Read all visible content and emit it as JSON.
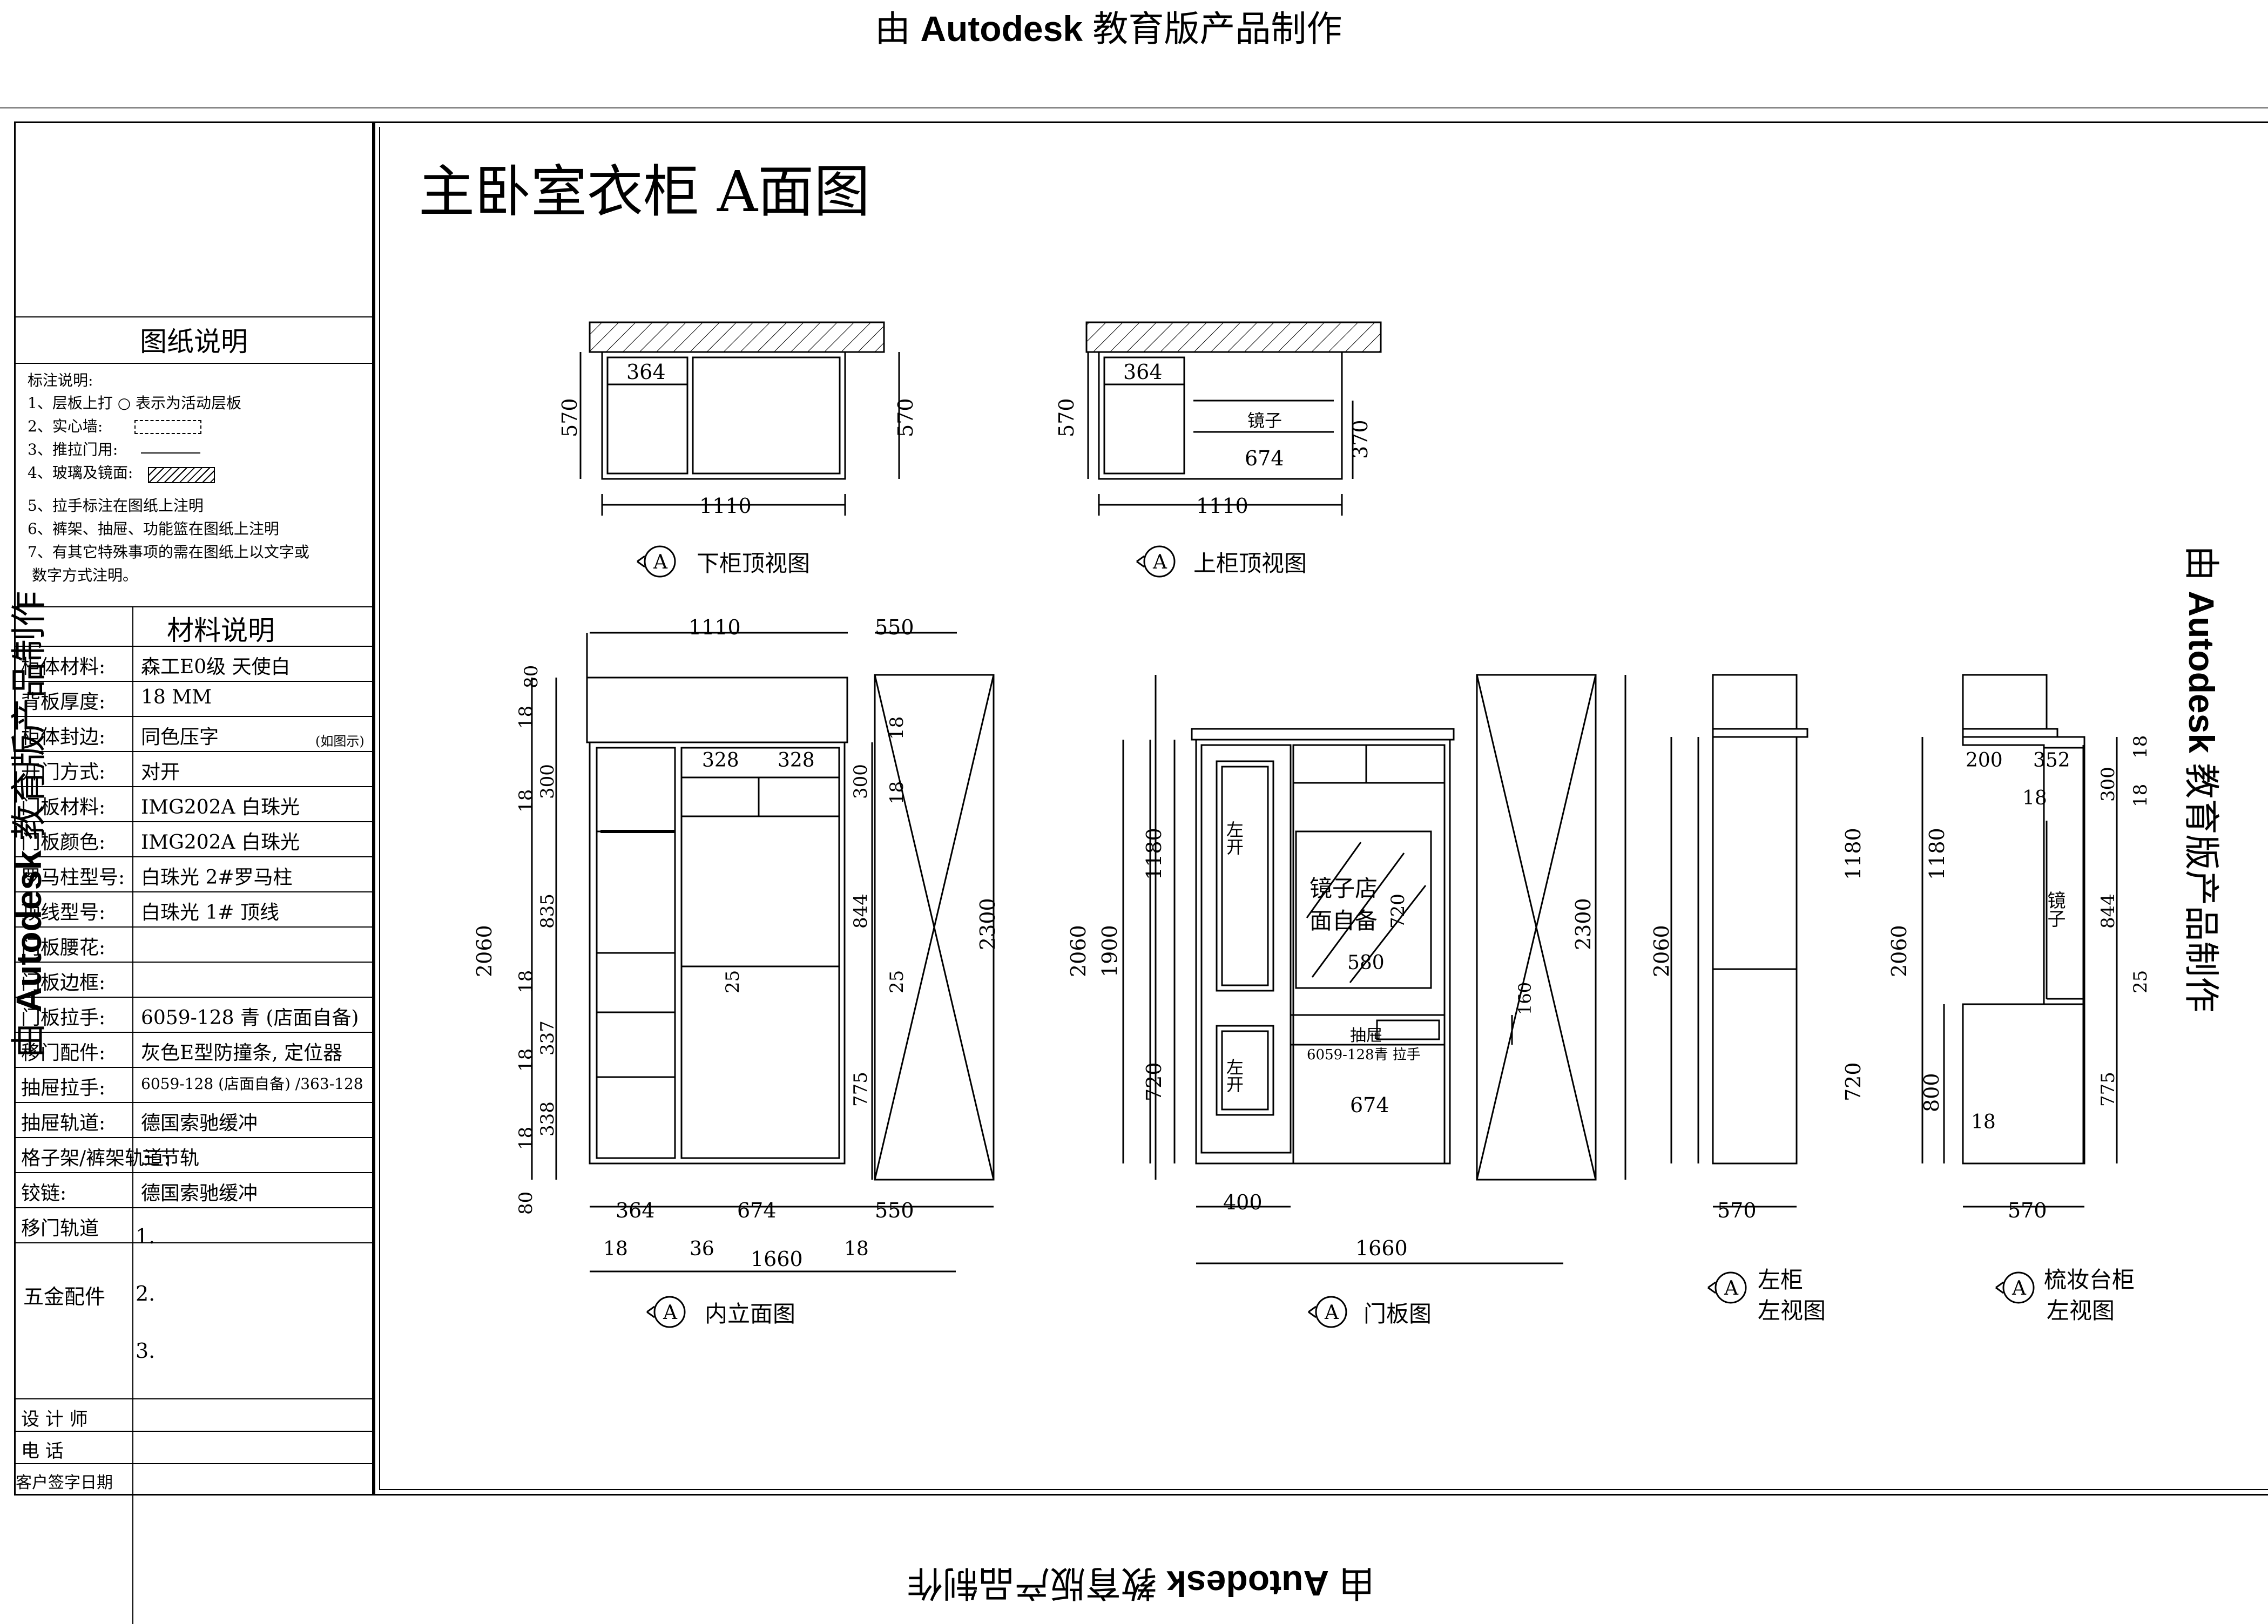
{
  "watermark": {
    "prefix": "由 ",
    "brand": "Autodesk",
    "suffix": " 教育版产品制作"
  },
  "drawing_title": "主卧室衣柜 A面图",
  "legend_panel": {
    "title": "图纸说明",
    "notes_title": "标注说明:",
    "notes": [
      "1、层板上打 ○ 表示为活动层板",
      "2、实心墙:",
      "3、推拉门用:",
      "4、玻璃及镜面:",
      "5、拉手标注在图纸上注明",
      "6、裤架、抽屉、功能篮在图纸上注明",
      "7、有其它特殊事项的需在图纸上以文字或",
      "数字方式注明。"
    ],
    "materials_title": "材料说明",
    "materials": [
      {
        "label": "柜体材料:",
        "value": "森工E0级 天使白"
      },
      {
        "label": "背板厚度:",
        "value": "18 MM"
      },
      {
        "label": "柜体封边:",
        "value": "同色压字"
      },
      {
        "label": "开门方式:",
        "value": "对开"
      },
      {
        "label": "门板材料:",
        "value": "IMG202A 白珠光"
      },
      {
        "label": "门板颜色:",
        "value": "IMG202A 白珠光"
      },
      {
        "label": "罗马柱型号:",
        "value": "白珠光 2#罗马柱"
      },
      {
        "label": "顶线型号:",
        "value": "白珠光 1# 顶线"
      },
      {
        "label": "门板腰花:",
        "value": ""
      },
      {
        "label": "门板边框:",
        "value": ""
      },
      {
        "label": "门板拉手:",
        "value": "6059-128 青 (店面自备)"
      },
      {
        "label": "移门配件:",
        "value": "灰色E型防撞条, 定位器"
      },
      {
        "label": "抽屉拉手:",
        "value": "6059-128 (店面自备) /363-128"
      },
      {
        "label": "抽屉轨道:",
        "value": "德国索驰缓冲"
      },
      {
        "label": "格子架/裤架轨道:",
        "value": "三节轨"
      },
      {
        "label": "铰链:",
        "value": "德国索驰缓冲"
      },
      {
        "label": "移门轨道",
        "value": ""
      }
    ],
    "open_note": "(如图示)",
    "hardware_label": "五金配件",
    "hardware_items": [
      "1.",
      "2.",
      "3."
    ],
    "designer_label": "设 计 师",
    "phone_label": "电 话",
    "signature_label": "客户签字日期"
  },
  "views": {
    "lower_top": {
      "label": "下柜顶视图",
      "marker": "A",
      "dims": {
        "w364": "364",
        "h570l": "570",
        "h570r": "570",
        "w1110": "1110"
      }
    },
    "upper_top": {
      "label": "上柜顶视图",
      "marker": "A",
      "dims": {
        "w364": "364",
        "h570": "570",
        "h370": "370",
        "w674": "674",
        "w1110": "1110"
      },
      "mirror_text": "镜子"
    },
    "interior": {
      "label": "内立面图",
      "marker": "A",
      "dims": {
        "t1110": "1110",
        "t550": "550",
        "h80a": "80",
        "h18a": "18",
        "h300": "300",
        "h18b": "18",
        "h835": "835",
        "h18c": "18",
        "h337": "337",
        "h18d": "18",
        "h338": "338",
        "h18e": "18",
        "h80b": "80",
        "h2060": "2060",
        "w328a": "328",
        "w328b": "328",
        "c25": "25",
        "r18a": "18",
        "r18b": "18",
        "r300": "300",
        "r844": "844",
        "r25": "25",
        "r775": "775",
        "h2300": "2300",
        "b364": "364",
        "b674": "674",
        "b550": "550",
        "b18a": "18",
        "b36": "36",
        "b18b": "18",
        "b1660": "1660"
      }
    },
    "door": {
      "label": "门板图",
      "marker": "A",
      "dims": {
        "h2060": "2060",
        "h1900": "1900",
        "h1180": "1180",
        "h720": "720",
        "h2300": "2300",
        "w580": "580",
        "w720": "720",
        "h160": "160",
        "w674": "674",
        "w400": "400",
        "w1660": "1660"
      },
      "texts": {
        "left_open_a": "左开",
        "left_open_b": "左开",
        "mirror_line1": "镜子店",
        "mirror_line2": "面自备",
        "drawer": "抽屉",
        "drawer_handle": "6059-128青 拉手"
      }
    },
    "left_cabinet": {
      "label_line1": "左柜",
      "label_line2": "左视图",
      "marker": "A",
      "dims": {
        "h2060": "2060",
        "h1180": "1180",
        "h720": "720",
        "w570": "570"
      }
    },
    "vanity": {
      "label_line1": "梳妆台柜",
      "label_line2": "左视图",
      "marker": "A",
      "dims": {
        "h2060": "2060",
        "h1180": "1180",
        "h800": "800",
        "w200": "200",
        "w352": "352",
        "c18a": "18",
        "r18a": "18",
        "r18b": "18",
        "r300": "300",
        "r844": "844",
        "r25": "25",
        "r775": "775",
        "c18b": "18",
        "w570": "570"
      },
      "mirror_text": "镜子"
    }
  }
}
